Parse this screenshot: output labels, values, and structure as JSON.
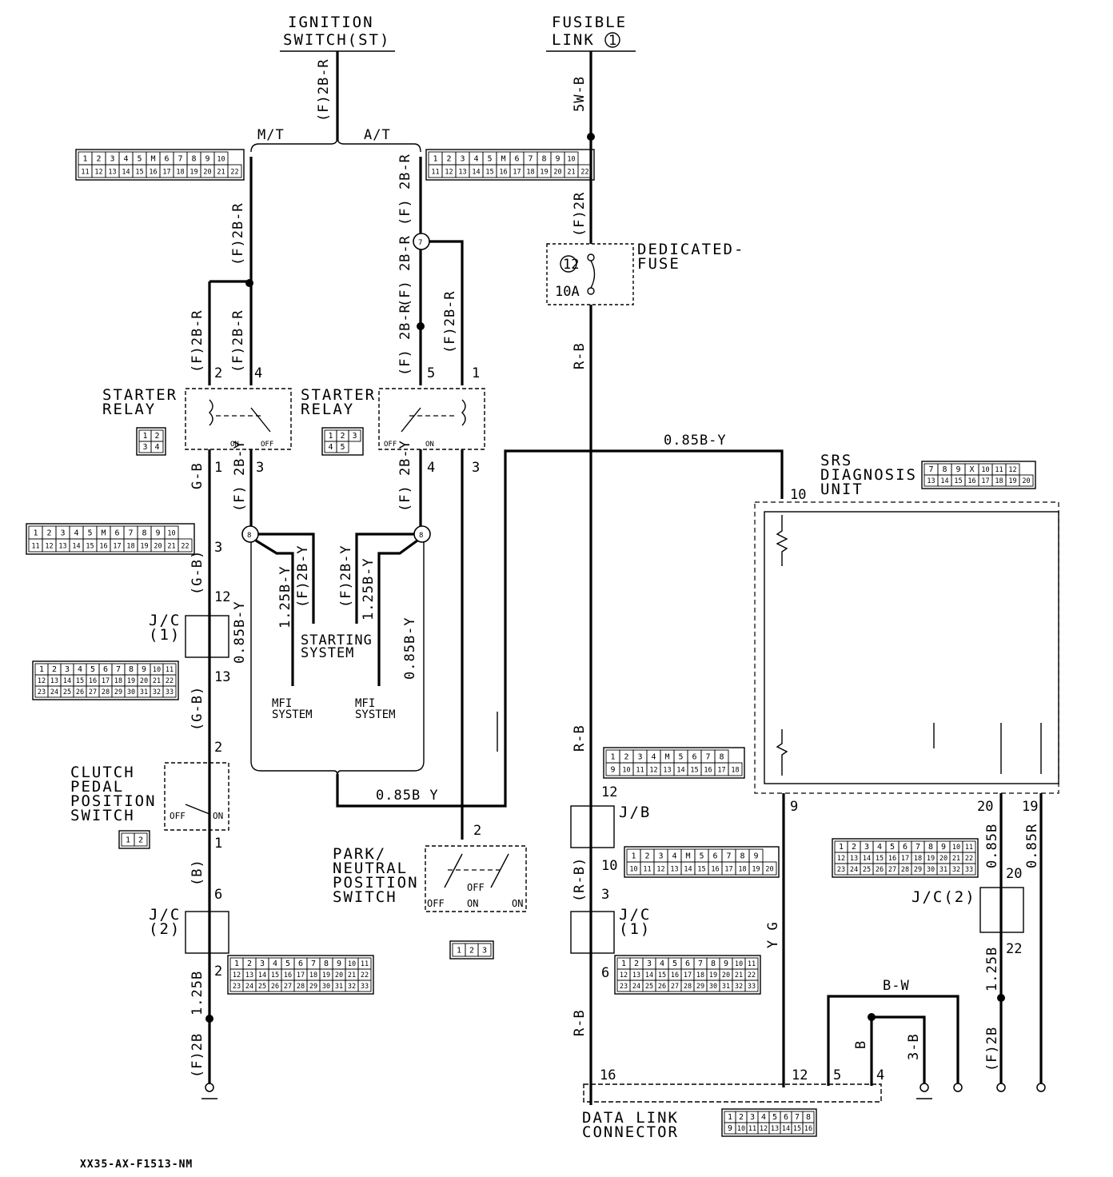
{
  "components": {
    "ignition_switch": [
      "IGNITION",
      "SWITCH(ST)"
    ],
    "fusible_link": [
      "FUSIBLE",
      "LINK"
    ],
    "fusible_link_number": "1",
    "dedicated_fuse": [
      "DEDICATED-",
      "FUSE"
    ],
    "fuse_number": "12",
    "fuse_rating": "10A",
    "starter_relay_mt": [
      "STARTER",
      "RELAY"
    ],
    "starter_relay_at": [
      "STARTER",
      "RELAY"
    ],
    "jc1_left": [
      "J/C",
      "(1)"
    ],
    "jc2_left": [
      "J/C",
      "(2)"
    ],
    "clutch_switch": [
      "CLUTCH",
      "PEDAL",
      "POSITION",
      "SWITCH"
    ],
    "park_neutral_switch": [
      "PARK/",
      "NEUTRAL",
      "POSITION",
      "SWITCH"
    ],
    "starting_system": [
      "STARTING",
      "SYSTEM"
    ],
    "mfi_system_left": [
      "MFI",
      "SYSTEM"
    ],
    "mfi_system_right": [
      "MFI",
      "SYSTEM"
    ],
    "srs_unit": [
      "SRS",
      "DIAGNOSIS",
      "UNIT"
    ],
    "jb": "J/B",
    "jc1_right": [
      "J/C",
      "(1)"
    ],
    "jc2_right": "J/C(2)",
    "data_link_connector": [
      "DATA LINK",
      "CONNECTOR"
    ]
  },
  "wire_labels": {
    "ign_main": "(F)2B-R",
    "mt": "M/T",
    "at": "A/T",
    "mt_branch": "(F)2B-R",
    "mt_relay_pin2": "(F)2B-R",
    "mt_relay_pin4": "(F)2B-R",
    "at_branch_top": "(F) 2B-R",
    "at_relay_pin5_top": "(F) 2B-R",
    "at_relay_pin5_bot": "(F) 2B-R",
    "at_relay_pin1": "(F)2B-R",
    "fl_main": "5W-B",
    "fuse_feed": "(F)2R",
    "fuse_out": "R-B",
    "gb_1": "G-B",
    "gb_2": "(G-B)",
    "gb_3": "(G-B)",
    "b_short": "(B)",
    "b125_left": "1.25B",
    "f2b_left": "(F)2B",
    "mt_relay_pin3": "(F) 2B-Y",
    "at_relay_pin4": "(F) 2B-Y",
    "by085_left": "0.85B-Y",
    "by125_mt": "1.25B-Y",
    "f2by_mt": "(F)2B-Y",
    "f2by_at": "(F)2B-Y",
    "by125_at": "1.25B-Y",
    "by085_at": "0.85B-Y",
    "by085_bus_top": "0.85B-Y",
    "by085_bus_bot": "0.85B Y",
    "rb_mid": "R-B",
    "rb_jb": "(R-B)",
    "rb_bottom": "R-B",
    "yg": "Y G",
    "bw": "B-W",
    "b_ground": "B",
    "b3": "3-B",
    "b085": "0.85B",
    "r085": "0.85R",
    "b125_right": "1.25B",
    "f2b_right": "(F)2B"
  },
  "pins": {
    "mt_relay": [
      "2",
      "4",
      "1",
      "3"
    ],
    "at_relay": [
      "5",
      "1",
      "4",
      "3"
    ],
    "relay_on": "ON",
    "relay_off": "OFF",
    "left_chain": [
      "3",
      "12",
      "13",
      "2",
      "1",
      "6",
      "2"
    ],
    "clutch_off": "OFF",
    "clutch_on": "ON",
    "pn_pin": "2",
    "pn_labels": [
      "OFF",
      "ON",
      "OFF",
      "ON"
    ],
    "right_chain": [
      "12",
      "10",
      "3",
      "6"
    ],
    "srs_pins": [
      "10",
      "9",
      "20",
      "19",
      "20",
      "22"
    ],
    "dlc_pins": [
      "16",
      "12",
      "5",
      "4"
    ],
    "splice_7": "7",
    "splice_8a": "8",
    "splice_8b": "8"
  },
  "connectors": {
    "ign_mt": [
      [
        "1",
        "2",
        "3",
        "4",
        "5",
        "M",
        "6",
        "7",
        "8",
        "9",
        "10"
      ],
      [
        "11",
        "12",
        "13",
        "14",
        "15",
        "16",
        "17",
        "18",
        "19",
        "20",
        "21",
        "22"
      ]
    ],
    "ign_at": [
      [
        "1",
        "2",
        "3",
        "4",
        "5",
        "M",
        "6",
        "7",
        "8",
        "9",
        "10"
      ],
      [
        "11",
        "12",
        "13",
        "14",
        "15",
        "16",
        "17",
        "18",
        "19",
        "20",
        "21",
        "22"
      ]
    ],
    "left_3": [
      [
        "1",
        "2",
        "3",
        "4",
        "5",
        "M",
        "6",
        "7",
        "8",
        "9",
        "10"
      ],
      [
        "11",
        "12",
        "13",
        "14",
        "15",
        "16",
        "17",
        "18",
        "19",
        "20",
        "21",
        "22"
      ]
    ],
    "jc1_left": [
      [
        "1",
        "2",
        "3",
        "4",
        "5",
        "6",
        "7",
        "8",
        "9",
        "10",
        "11"
      ],
      [
        "12",
        "13",
        "14",
        "15",
        "16",
        "17",
        "18",
        "19",
        "20",
        "21",
        "22"
      ],
      [
        "23",
        "24",
        "25",
        "26",
        "27",
        "28",
        "29",
        "30",
        "31",
        "32",
        "33"
      ]
    ],
    "jc2_left": [
      [
        "1",
        "2",
        "3",
        "4",
        "5",
        "6",
        "7",
        "8",
        "9",
        "10",
        "11"
      ],
      [
        "12",
        "13",
        "14",
        "15",
        "16",
        "17",
        "18",
        "19",
        "20",
        "21",
        "22"
      ],
      [
        "23",
        "24",
        "25",
        "26",
        "27",
        "28",
        "29",
        "30",
        "31",
        "32",
        "33"
      ]
    ],
    "relay_mt": [
      [
        "1",
        "2"
      ],
      [
        "3",
        "4"
      ]
    ],
    "relay_at": [
      [
        "1",
        "2",
        "3"
      ],
      [
        "4",
        "5"
      ]
    ],
    "clutch": [
      [
        "1",
        "2"
      ]
    ],
    "pn": [
      [
        "1",
        "2",
        "3"
      ]
    ],
    "srs": [
      [
        "7",
        "8",
        "9",
        "X",
        "10",
        "11",
        "12"
      ],
      [
        "13",
        "14",
        "15",
        "16",
        "17",
        "18",
        "19",
        "20"
      ]
    ],
    "jb_top": [
      [
        "1",
        "2",
        "3",
        "4",
        "M",
        "5",
        "6",
        "7",
        "8"
      ],
      [
        "9",
        "10",
        "11",
        "12",
        "13",
        "14",
        "15",
        "16",
        "17",
        "18"
      ]
    ],
    "jb_side": [
      [
        "1",
        "2",
        "3",
        "4",
        "M",
        "5",
        "6",
        "7",
        "8",
        "9"
      ],
      [
        "10",
        "11",
        "12",
        "13",
        "14",
        "15",
        "16",
        "17",
        "18",
        "19",
        "20"
      ]
    ],
    "jc1_right": [
      [
        "1",
        "2",
        "3",
        "4",
        "5",
        "6",
        "7",
        "8",
        "9",
        "10",
        "11"
      ],
      [
        "12",
        "13",
        "14",
        "15",
        "16",
        "17",
        "18",
        "19",
        "20",
        "21",
        "22"
      ],
      [
        "23",
        "24",
        "25",
        "26",
        "27",
        "28",
        "29",
        "30",
        "31",
        "32",
        "33"
      ]
    ],
    "jc2_right": [
      [
        "1",
        "2",
        "3",
        "4",
        "5",
        "6",
        "7",
        "8",
        "9",
        "10",
        "11"
      ],
      [
        "12",
        "13",
        "14",
        "15",
        "16",
        "17",
        "18",
        "19",
        "20",
        "21",
        "22"
      ],
      [
        "23",
        "24",
        "25",
        "26",
        "27",
        "28",
        "29",
        "30",
        "31",
        "32",
        "33"
      ]
    ],
    "dlc": [
      [
        "1",
        "2",
        "3",
        "4",
        "5",
        "6",
        "7",
        "8"
      ],
      [
        "9",
        "10",
        "11",
        "12",
        "13",
        "14",
        "15",
        "16"
      ]
    ]
  },
  "footer_code": "XX35-AX-F1513-NM"
}
